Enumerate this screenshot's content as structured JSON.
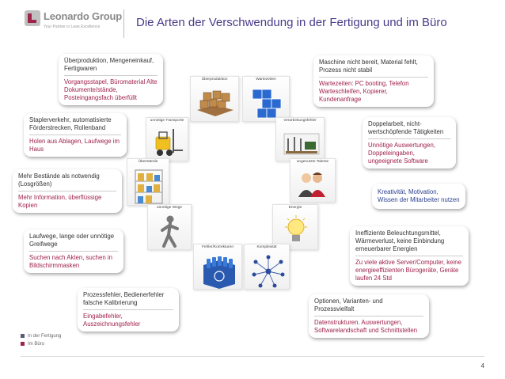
{
  "header": {
    "logo_name": "Leonardo Group",
    "logo_tagline": "Your Partner in Lean Excellence",
    "title": "Die Arten der Verschwendung in der Fertigung und im Büro"
  },
  "colors": {
    "fertigung": "#2b3f8f",
    "buero": "#a0234a",
    "title": "#4a3a8a"
  },
  "cards": [
    {
      "label": "Überproduktion",
      "icon": "pallet-boxes-icon"
    },
    {
      "label": "Wartezeiten",
      "icon": "blue-cubes-icon"
    },
    {
      "label": "Verarbeitungsfehler",
      "icon": "workshop-icon"
    },
    {
      "label": "ungenutzte Talente",
      "icon": "people-icon"
    },
    {
      "label": "Energie",
      "icon": "lightbulb-icon"
    },
    {
      "label": "Komplexität",
      "icon": "network-icon"
    },
    {
      "label": "Fehler/Korrekturen",
      "icon": "battery-bin-icon"
    },
    {
      "label": "unnötige Wege",
      "icon": "walking-person-icon"
    },
    {
      "label": "Überstände",
      "icon": "shelf-icon"
    },
    {
      "label": "unnötige Transporte",
      "icon": "forklift-icon"
    }
  ],
  "bubbles": [
    {
      "top": "Überproduktion, Mengeneinkauf, Fertigwaren",
      "bottom": "Vorgangsstapel, Büromaterial Alte Dokumente/stände, Posteingangsfach überfüllt"
    },
    {
      "top": "Maschine nicht bereit, Material fehlt, Prozess nicht stabil",
      "bottom": "Wartezeiten: PC booting, Telefon Warteschleifen, Kopierer, Kundenanfrage"
    },
    {
      "top": "Staplerverkehr, automatisierte Förderstrecken, Rollenband",
      "bottom": "Holen aus Ablagen, Laufwege im Haus"
    },
    {
      "top": "Doppelarbeit, nicht-wertschöpfende Tätigkeiten",
      "bottom": "Unnötige Auswertungen, Doppeleingaben, ungeeignete Software"
    },
    {
      "top": "Mehr Bestände als notwendig (Losgrößen)",
      "bottom": "Mehr Information, überflüssige Kopien"
    },
    {
      "top": "",
      "bottom": "Kreativität, Motivation, Wissen der Mitarbeiter nutzen"
    },
    {
      "top": "Laufwege, lange oder unnötige Greifwege",
      "bottom": "Suchen nach Akten, suchen in Bildschirmmasken"
    },
    {
      "top": "Ineffiziente Beleuchtungsmittel, Wärmeverlust, keine Einbindung erneuerbarer Energien",
      "bottom": "Zu viele aktive Server/Computer, keine energieeffizienten Bürogeräte, Geräte laufen 24 Std"
    },
    {
      "top": "Prozessfehler, Bedienerfehler falsche Kalibrierung",
      "bottom": "Eingabefehler, Auszeichnungsfehler"
    },
    {
      "top": "Optionen, Varianten- und Prozessvielfalt",
      "bottom": "Datenstrukturen. Auswertungen, Softwarelandschaft und Schnittstellen"
    }
  ],
  "legend": [
    {
      "label": "In der Fertigung"
    },
    {
      "label": "Im Büro"
    }
  ],
  "page_number": "4"
}
